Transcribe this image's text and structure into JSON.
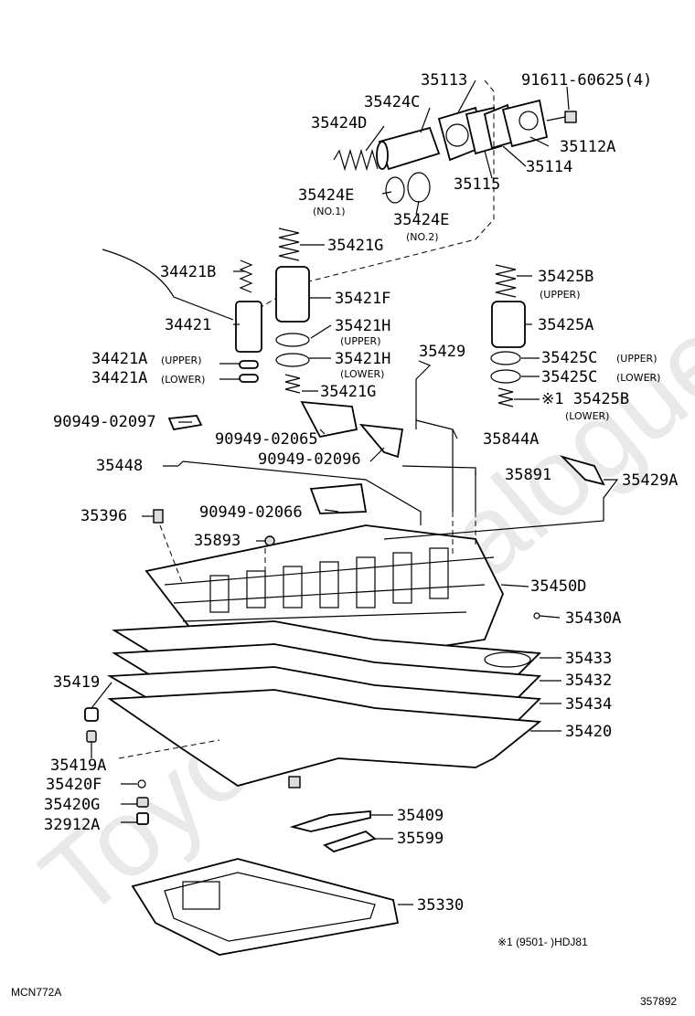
{
  "diagram": {
    "watermark": "Toyota-Catalogue.ru",
    "footer_left": "MCN772A",
    "footer_right": "357892",
    "footnote": "※1 (9501-     )HDJ81",
    "labels": {
      "35113": "35113",
      "91611_60625": "91611-60625(4)",
      "35424C": "35424C",
      "35424D": "35424D",
      "35112A": "35112A",
      "35114": "35114",
      "35115": "35115",
      "35424E_1": "35424E",
      "no1": "(NO.1)",
      "35424E_2": "35424E",
      "no2": "(NO.2)",
      "35421G_top": "35421G",
      "34421B": "34421B",
      "35421F": "35421F",
      "35425B_upper": "35425B",
      "upper_1": "(UPPER)",
      "34421": "34421",
      "35421H_upper": "35421H",
      "upper_2": "(UPPER)",
      "35425A": "35425A",
      "35429": "35429",
      "34421A_upper": "34421A",
      "upper_3": "(UPPER)",
      "35421H_lower": "35421H",
      "lower_1": "(LOWER)",
      "35425C_upper": "35425C",
      "upper_4": "(UPPER)",
      "34421A_lower": "34421A",
      "lower_2": "(LOWER)",
      "35425C_lower": "35425C",
      "lower_3": "(LOWER)",
      "35421G_bottom": "35421G",
      "35425B_lower": "※1 35425B",
      "lower_4": "(LOWER)",
      "90949_02097": "90949-02097",
      "90949_02065": "90949-02065",
      "35844A": "35844A",
      "90949_02096": "90949-02096",
      "35448": "35448",
      "35891": "35891",
      "35429A": "35429A",
      "35396": "35396",
      "90949_02066": "90949-02066",
      "35893": "35893",
      "35450D": "35450D",
      "35430A": "35430A",
      "35433": "35433",
      "35419": "35419",
      "35432": "35432",
      "35434": "35434",
      "35420": "35420",
      "35419A": "35419A",
      "35420F": "35420F",
      "35420G": "35420G",
      "35409": "35409",
      "32912A": "32912A",
      "35599": "35599",
      "35330": "35330"
    }
  }
}
